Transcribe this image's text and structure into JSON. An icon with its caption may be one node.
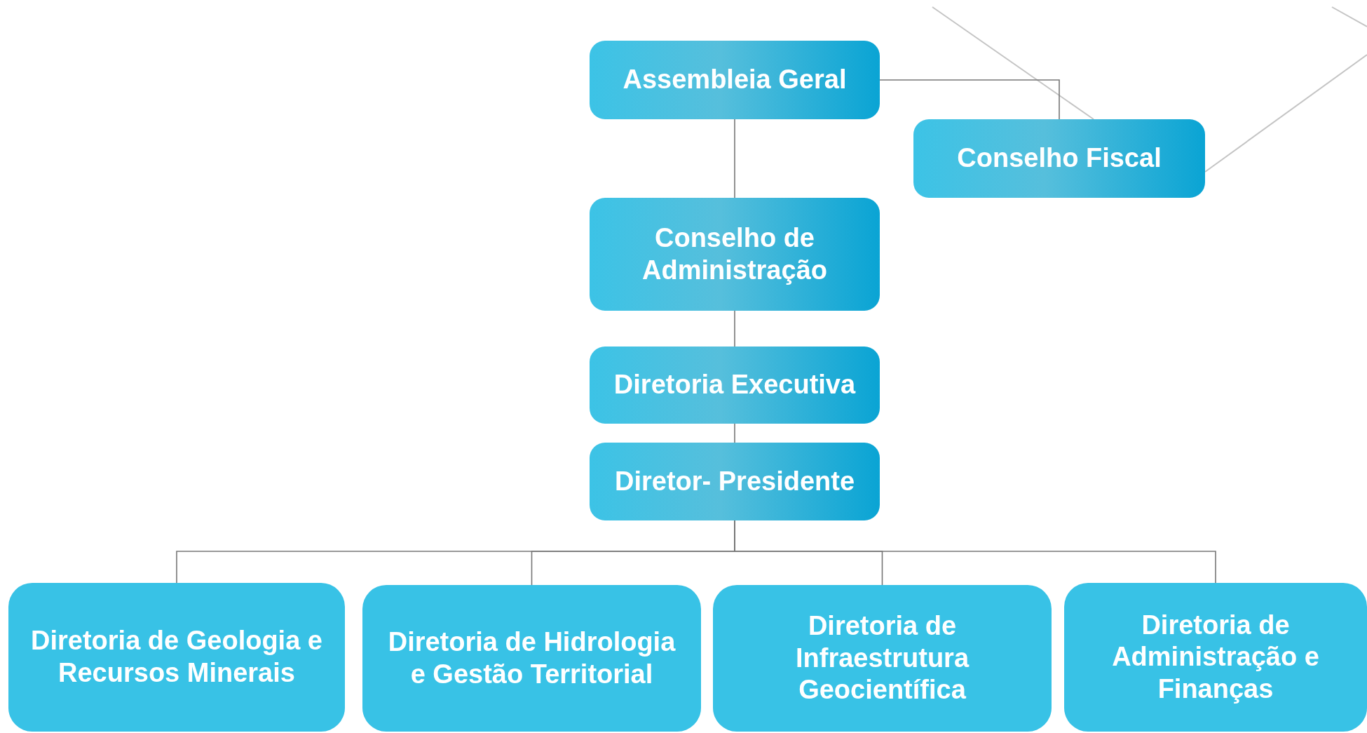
{
  "diagram": {
    "nodes": [
      {
        "text": [
          "Assembleia Geral"
        ]
      },
      {
        "text": [
          "Conselho Fiscal"
        ]
      },
      {
        "text": [
          "Conselho de Administração"
        ]
      },
      {
        "text": [
          "Diretoria Executiva"
        ]
      },
      {
        "text": [
          "Diretor- Presidente"
        ]
      },
      {
        "text": [
          "Diretoria de Geologia e Recursos Minerais"
        ]
      },
      {
        "text": [
          "Diretoria de Hidrologia e Gestão Territorial"
        ]
      },
      {
        "text": [
          "Diretoria de Infraestrutura Geocientífica"
        ]
      },
      {
        "text": [
          "Diretoria de Administração e Finanças"
        ]
      }
    ],
    "edges": [
      {
        "from": 0,
        "to": 1,
        "arrow": "none"
      },
      {
        "from": 0,
        "to": 2,
        "arrow": "none"
      },
      {
        "from": 2,
        "to": 3,
        "arrow": "none"
      },
      {
        "from": 3,
        "to": 4,
        "arrow": "none"
      },
      {
        "from": 4,
        "to": 5,
        "arrow": "none"
      },
      {
        "from": 4,
        "to": 6,
        "arrow": "none"
      },
      {
        "from": 4,
        "to": 7,
        "arrow": "none"
      },
      {
        "from": 4,
        "to": 8,
        "arrow": "none"
      }
    ]
  }
}
